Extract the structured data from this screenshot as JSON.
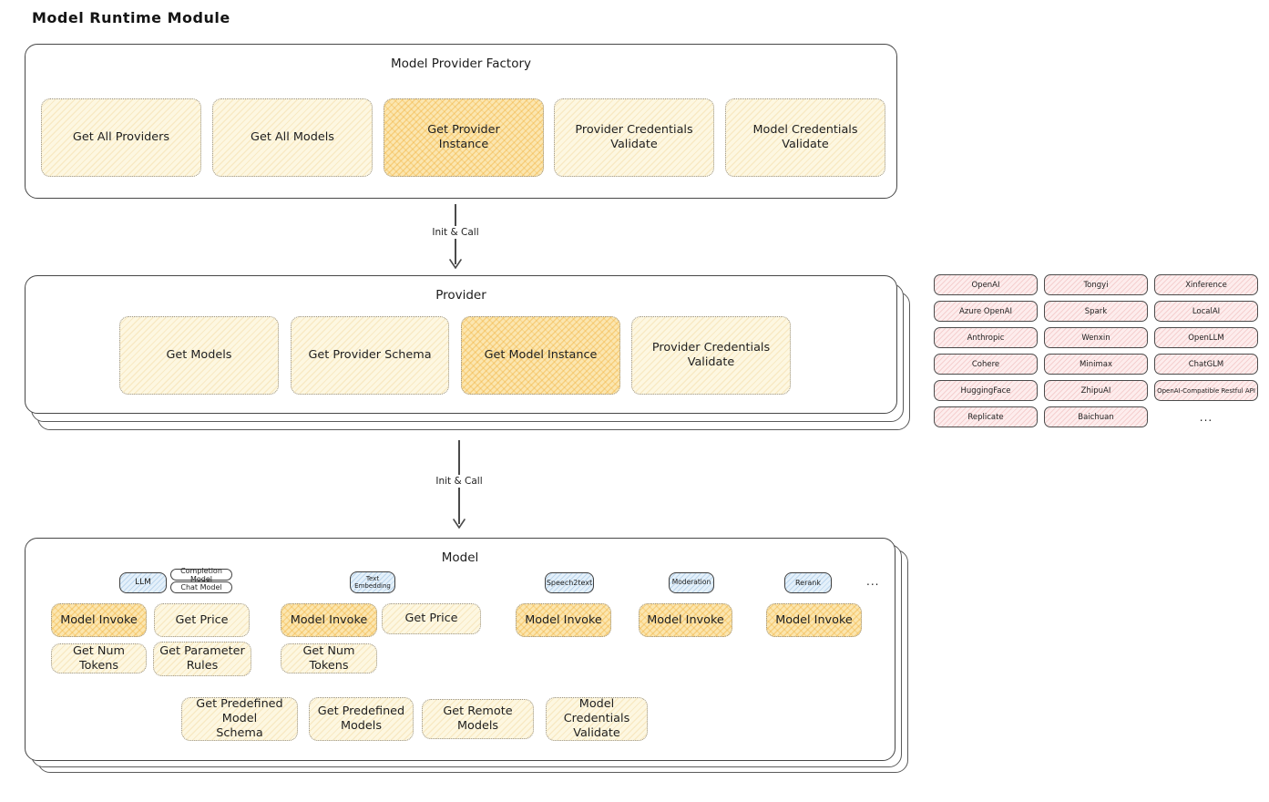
{
  "page_title": "Model Runtime Module",
  "factory": {
    "title": "Model Provider Factory",
    "boxes": [
      {
        "label": "Get All Providers"
      },
      {
        "label": "Get All Models"
      },
      {
        "label": "Get Provider\nInstance"
      },
      {
        "label": "Provider Credentials\nValidate"
      },
      {
        "label": "Model Credentials\nValidate"
      }
    ]
  },
  "arrow_top": {
    "label": "Init & Call"
  },
  "arrow_bottom": {
    "label": "Init & Call"
  },
  "provider": {
    "title": "Provider",
    "boxes": [
      {
        "label": "Get Models"
      },
      {
        "label": "Get Provider Schema"
      },
      {
        "label": "Get Model Instance"
      },
      {
        "label": "Provider Credentials\nValidate"
      }
    ]
  },
  "provider_list": {
    "items": [
      "OpenAI",
      "Tongyi",
      "Xinference",
      "Azure OpenAI",
      "Spark",
      "LocalAI",
      "Anthropic",
      "Wenxin",
      "OpenLLM",
      "Cohere",
      "Minimax",
      "ChatGLM",
      "HuggingFace",
      "ZhipuAI",
      "OpenAI-Compatible Restful API",
      "Replicate",
      "Baichuan"
    ],
    "ellipsis": "..."
  },
  "model": {
    "title": "Model",
    "tabs": {
      "llm": "LLM",
      "completion": "Completion Model",
      "chat": "Chat Model",
      "text_embedding": "Text\nEmbedding",
      "speech2text": "Speech2text",
      "moderation": "Moderation",
      "rerank": "Rerank",
      "ellipsis": "..."
    },
    "functions": {
      "llm_invoke": "Model Invoke",
      "llm_get_price": "Get Price",
      "llm_get_num_tokens": "Get Num Tokens",
      "llm_get_parameter_rules": "Get Parameter\nRules",
      "te_invoke": "Model Invoke",
      "te_get_price": "Get Price",
      "te_get_num_tokens": "Get Num Tokens",
      "s2t_invoke": "Model Invoke",
      "moderation_invoke": "Model Invoke",
      "rerank_invoke": "Model Invoke"
    },
    "bottom": [
      {
        "label": "Get Predefined Model\nSchema"
      },
      {
        "label": "Get Predefined\nModels"
      },
      {
        "label": "Get Remote Models"
      },
      {
        "label": "Model Credentials\nValidate"
      }
    ]
  },
  "colors": {
    "outline": "#474747",
    "yellow_fill": "#fdf7e1",
    "orange_fill": "#fbe6b0",
    "pink_fill": "#fdeded",
    "blue_fill": "#e4f0fa",
    "text": "#1f1f1f"
  }
}
